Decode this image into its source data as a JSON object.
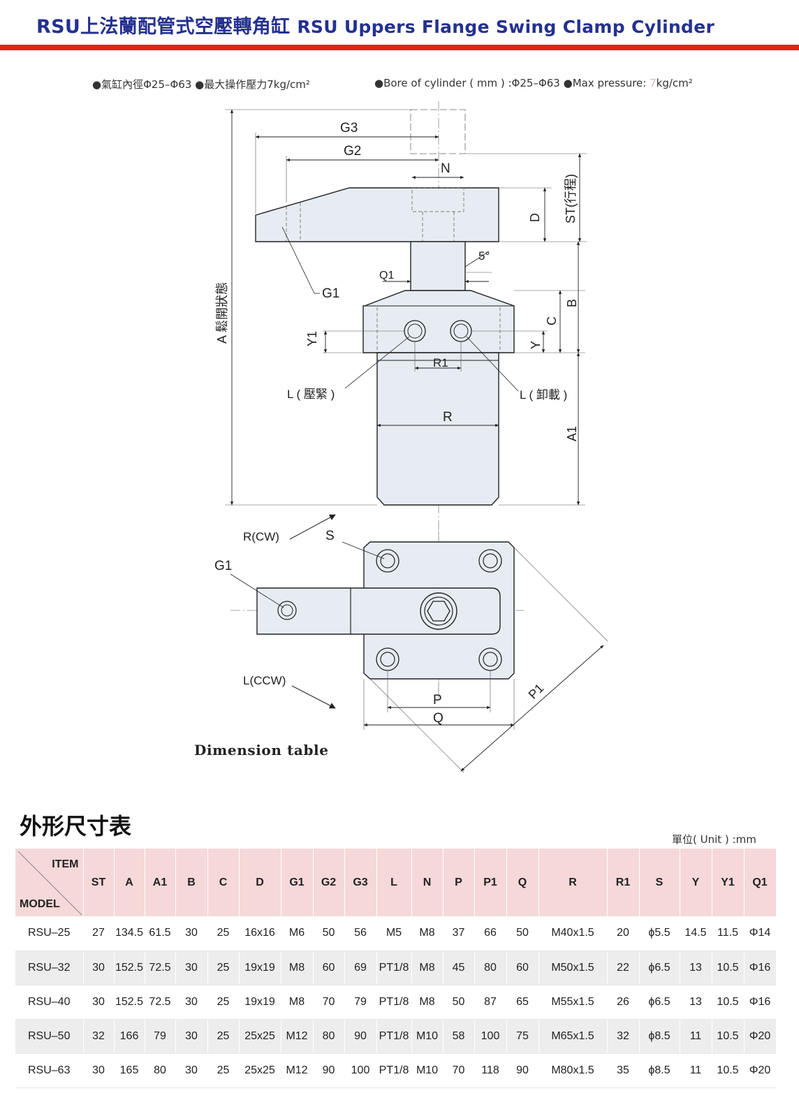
{
  "header": {
    "title_zh": "RSU上法蘭配管式空壓轉角缸",
    "title_en": "RSU Uppers Flange Swing Clamp Cylinder",
    "accent_color": "#24318f",
    "bar_color": "#e4211c"
  },
  "specs": {
    "zh": "●氣缸內徑Φ25–Φ63  ●最大操作壓力7kg/cm²",
    "en_prefix": "●Bore of cylinder ( mm ) :Φ25–Φ63  ●Max pressure: ",
    "en_faint": "7",
    "en_suffix": "kg/cm²"
  },
  "drawing": {
    "labels": {
      "g3": "G3",
      "g2": "G2",
      "n": "N",
      "d": "D",
      "st": "ST(行程)",
      "five_deg": "5°",
      "q1": "Q1",
      "g1": "G1",
      "b": "B",
      "c": "C",
      "y1": "Y1",
      "y": "Y",
      "r1": "R1",
      "l_press": "L ( 壓緊 )",
      "l_unload": "L ( 卸載 )",
      "r": "R",
      "a1": "A1",
      "a_open": "A 鬆開狀態",
      "r_cw": "R(CW)",
      "s": "S",
      "g1_bottom": "G1",
      "l_ccw": "L(CCW)",
      "p": "P",
      "q": "Q",
      "p1": "P1"
    }
  },
  "dimension_title": "Dimension table",
  "table": {
    "title": "外形尺寸表",
    "unit": "單位( Unit ) :mm",
    "corner_item": "ITEM",
    "corner_model": "MODEL",
    "columns": [
      "ST",
      "A",
      "A1",
      "B",
      "C",
      "D",
      "G1",
      "G2",
      "G3",
      "L",
      "N",
      "P",
      "P1",
      "Q",
      "R",
      "R1",
      "S",
      "Y",
      "Y1",
      "Q1"
    ],
    "rows": [
      [
        "RSU–25",
        "27",
        "134.5",
        "61.5",
        "30",
        "25",
        "16x16",
        "M6",
        "50",
        "56",
        "M5",
        "M8",
        "37",
        "66",
        "50",
        "M40x1.5",
        "20",
        "ϕ5.5",
        "14.5",
        "11.5",
        "Φ14"
      ],
      [
        "RSU–32",
        "30",
        "152.5",
        "72.5",
        "30",
        "25",
        "19x19",
        "M8",
        "60",
        "69",
        "PT1/8",
        "M8",
        "45",
        "80",
        "60",
        "M50x1.5",
        "22",
        "ϕ6.5",
        "13",
        "10.5",
        "Φ16"
      ],
      [
        "RSU–40",
        "30",
        "152.5",
        "72.5",
        "30",
        "25",
        "19x19",
        "M8",
        "70",
        "79",
        "PT1/8",
        "M8",
        "50",
        "87",
        "65",
        "M55x1.5",
        "26",
        "ϕ6.5",
        "13",
        "10.5",
        "Φ16"
      ],
      [
        "RSU–50",
        "32",
        "166",
        "79",
        "30",
        "25",
        "25x25",
        "M12",
        "80",
        "90",
        "PT1/8",
        "M10",
        "58",
        "100",
        "75",
        "M65x1.5",
        "32",
        "ϕ8.5",
        "11",
        "10.5",
        "Φ20"
      ],
      [
        "RSU–63",
        "30",
        "165",
        "80",
        "30",
        "25",
        "25x25",
        "M12",
        "90",
        "100",
        "PT1/8",
        "M10",
        "70",
        "118",
        "90",
        "M80x1.5",
        "35",
        "ϕ8.5",
        "11",
        "10.5",
        "Φ20"
      ]
    ]
  }
}
